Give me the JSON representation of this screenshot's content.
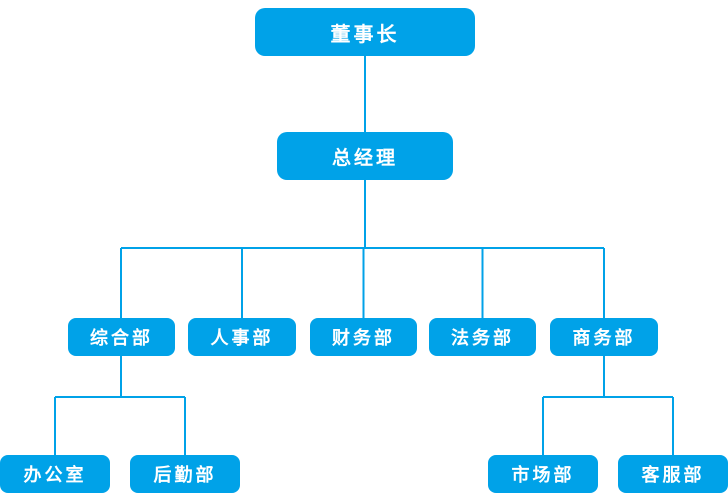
{
  "colors": {
    "accent": "#00a2e8",
    "node_text": "#ffffff",
    "background": "#ffffff"
  },
  "diagram": {
    "type": "org-chart",
    "nodes": {
      "chairman": {
        "label": "董事长"
      },
      "general_manager": {
        "label": "总经理"
      },
      "dept_general": {
        "label": "综合部"
      },
      "dept_hr": {
        "label": "人事部"
      },
      "dept_finance": {
        "label": "财务部"
      },
      "dept_legal": {
        "label": "法务部"
      },
      "dept_business": {
        "label": "商务部"
      },
      "office": {
        "label": "办公室"
      },
      "logistics": {
        "label": "后勤部"
      },
      "marketing": {
        "label": "市场部"
      },
      "customer_service": {
        "label": "客服部"
      }
    },
    "hierarchy": [
      {
        "parent": "董事长",
        "children": [
          "总经理"
        ]
      },
      {
        "parent": "总经理",
        "children": [
          "综合部",
          "人事部",
          "财务部",
          "法务部",
          "商务部"
        ]
      },
      {
        "parent": "综合部",
        "children": [
          "办公室",
          "后勤部"
        ]
      },
      {
        "parent": "商务部",
        "children": [
          "市场部",
          "客服部"
        ]
      }
    ]
  }
}
